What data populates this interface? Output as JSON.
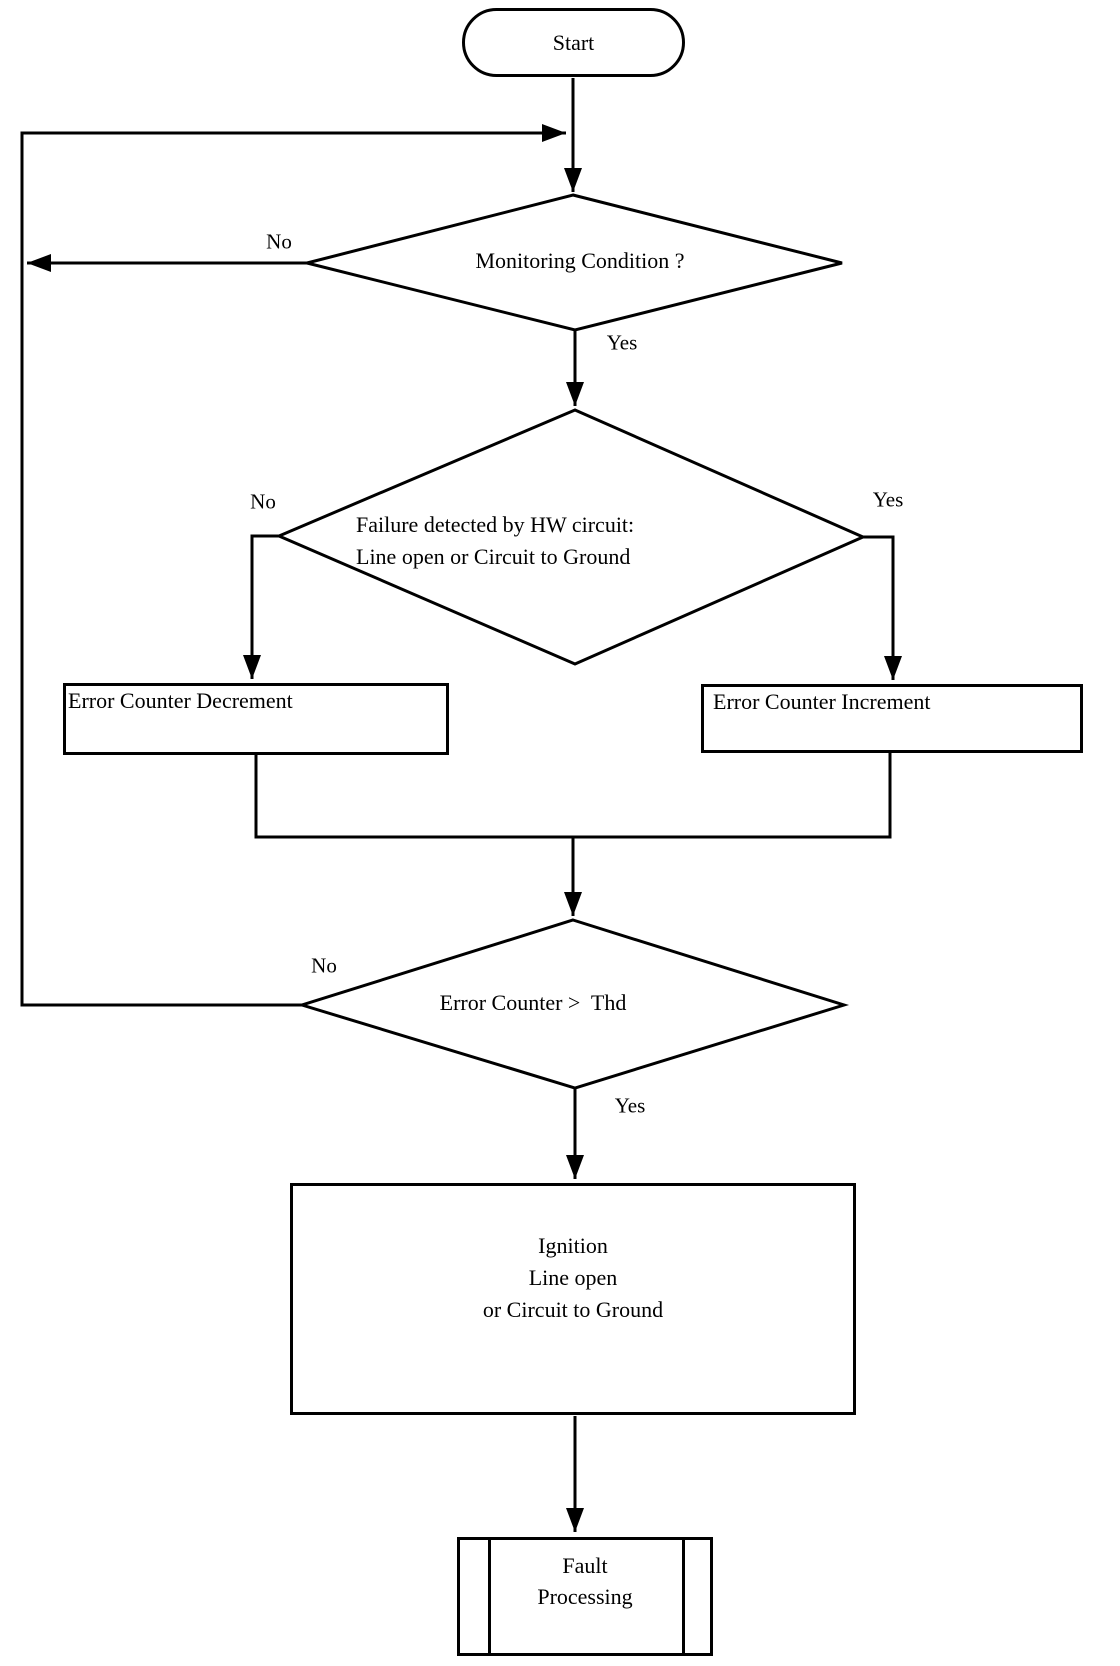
{
  "nodes": {
    "start": {
      "shape": "terminator",
      "label": "Start"
    },
    "monitoring": {
      "shape": "decision",
      "label": "Monitoring Condition ?"
    },
    "failure_detected": {
      "shape": "decision",
      "label": "Failure detected by HW circuit:\nLine open or Circuit to Ground"
    },
    "error_counter_decrement": {
      "shape": "process",
      "label": "Error Counter Decrement"
    },
    "error_counter_increment": {
      "shape": "process",
      "label": "Error Counter Increment"
    },
    "error_counter_threshold": {
      "shape": "decision",
      "label": "Error Counter >  Thd"
    },
    "ignition": {
      "shape": "process",
      "label": "Ignition\nLine open\nor Circuit to Ground"
    },
    "fault_processing": {
      "shape": "predefined-process",
      "label": "Fault\nProcessing"
    }
  },
  "edge_labels": {
    "monitoring_no": "No",
    "monitoring_yes": "Yes",
    "failure_no": "No",
    "failure_yes": "Yes",
    "threshold_no": "No",
    "threshold_yes": "Yes"
  },
  "colors": {
    "line": "#000000",
    "background": "#ffffff",
    "text": "#000000"
  }
}
